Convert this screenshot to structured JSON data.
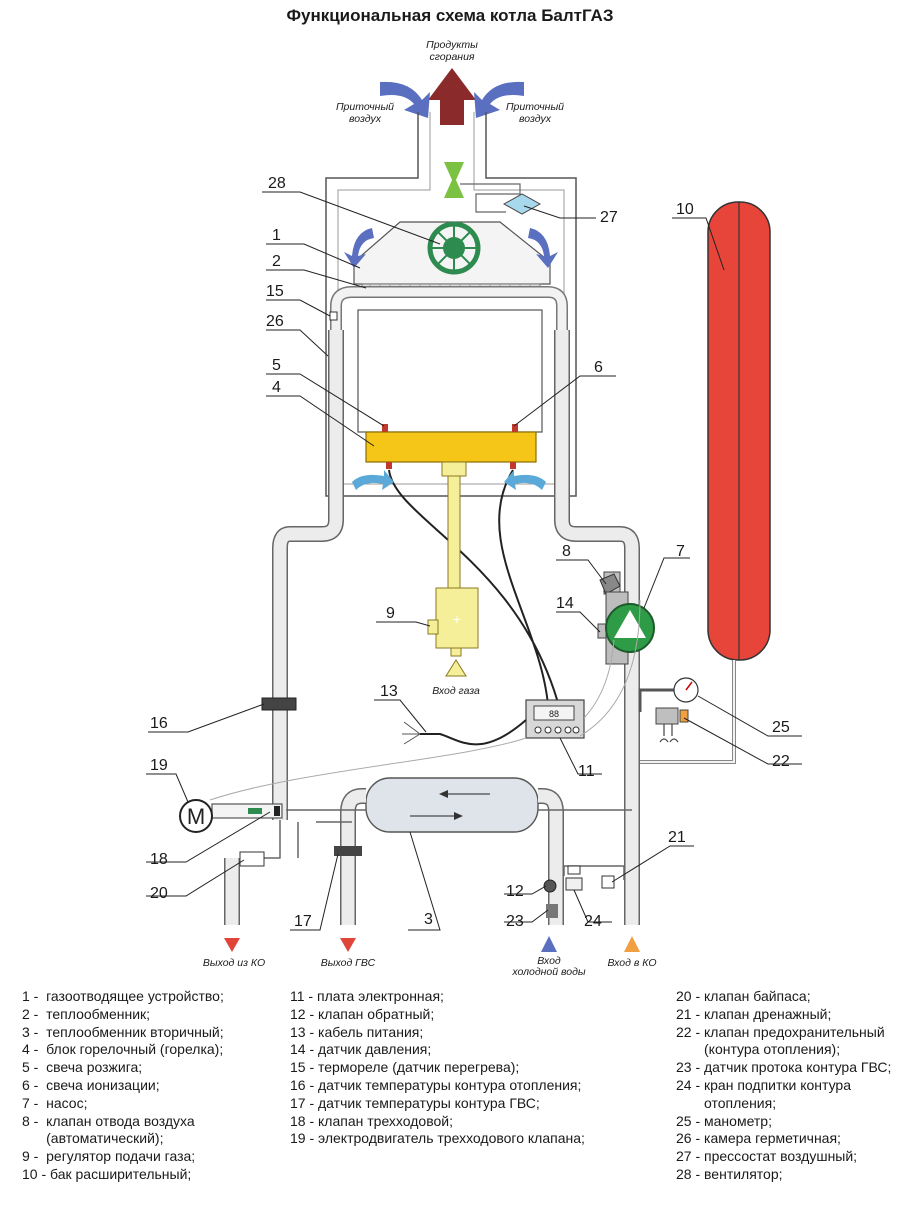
{
  "title": "Функциональная схема котла  БалтГАЗ",
  "captions": {
    "exhaust_line1": "Продукты",
    "exhaust_line2": "сгорания",
    "air_left_line1": "Приточный",
    "air_left_line2": "воздух",
    "air_right_line1": "Приточный",
    "air_right_line2": "воздух",
    "gas_in": "Вход газа",
    "ko_out": "Выход из КО",
    "gvs_out": "Выход ГВС",
    "cold_in_line1": "Вход",
    "cold_in_line2": "холодной воды",
    "ko_in": "Вход в КО",
    "display_readout": "88"
  },
  "callouts": [
    "1",
    "2",
    "3",
    "4",
    "5",
    "6",
    "7",
    "8",
    "9",
    "10",
    "11",
    "12",
    "13",
    "14",
    "15",
    "16",
    "17",
    "18",
    "19",
    "20",
    "21",
    "22",
    "23",
    "24",
    "25",
    "26",
    "27",
    "28"
  ],
  "motor_label": "M",
  "colors": {
    "exhaust_arrow": "#8b2a2a",
    "air_arrow": "#5a6fc0",
    "expansion_tank": "#e8453a",
    "burner": "#f5c518",
    "fan": "#2e8b4f",
    "pump": "#2e9b46",
    "pressure_switch": "#a8d8ec",
    "sensor": "#c0392b",
    "arrow_ko_out": "#e0453a",
    "arrow_gvs_out": "#e0453a",
    "arrow_cold_in": "#5a6fc0",
    "arrow_ko_in": "#f0a040",
    "gas_pipe": "#f6ef9a"
  },
  "legend": {
    "col1": [
      {
        "num": "1 -  ",
        "text": "газоотводящее устройство;"
      },
      {
        "num": "2 -  ",
        "text": "теплообменник;"
      },
      {
        "num": "3 -  ",
        "text": "теплообменник вторичный;"
      },
      {
        "num": "4 -  ",
        "text": "блок горелочный (горелка);"
      },
      {
        "num": "5 -  ",
        "text": "свеча розжига;"
      },
      {
        "num": "6 -  ",
        "text": "свеча ионизации;"
      },
      {
        "num": "7 -  ",
        "text": "насос;"
      },
      {
        "num": "8 -  ",
        "text": "клапан отвода воздуха (автоматический);"
      },
      {
        "num": "9 -  ",
        "text": "регулятор подачи газа;"
      },
      {
        "num": "10 - ",
        "text": "бак расширительный;"
      }
    ],
    "col2": [
      {
        "num": "11 - ",
        "text": "плата электронная;"
      },
      {
        "num": "12 - ",
        "text": "клапан обратный;"
      },
      {
        "num": "13 - ",
        "text": "кабель питания;"
      },
      {
        "num": "14 - ",
        "text": "датчик давления;"
      },
      {
        "num": "15 - ",
        "text": "термореле (датчик перегрева);"
      },
      {
        "num": "16 - ",
        "text": "датчик температуры контура отопления;"
      },
      {
        "num": "17 - ",
        "text": "датчик температуры контура ГВС;"
      },
      {
        "num": "18 - ",
        "text": "клапан трехходовой;"
      },
      {
        "num": "19 - ",
        "text": "электродвигатель трехходового клапана;"
      }
    ],
    "col3": [
      {
        "num": "20 - ",
        "text": "клапан байпаса;"
      },
      {
        "num": "21 - ",
        "text": "клапан дренажный;"
      },
      {
        "num": "22 - ",
        "text": "клапан предохранительный (контура отопления);"
      },
      {
        "num": "23 - ",
        "text": "датчик протока контура ГВС;"
      },
      {
        "num": "24 - ",
        "text": "кран подпитки контура отопления;"
      },
      {
        "num": "25 - ",
        "text": "манометр;"
      },
      {
        "num": "26 - ",
        "text": "камера герметичная;"
      },
      {
        "num": "27 - ",
        "text": "прессостат воздушный;"
      },
      {
        "num": "28 - ",
        "text": "вентилятор;"
      }
    ]
  }
}
